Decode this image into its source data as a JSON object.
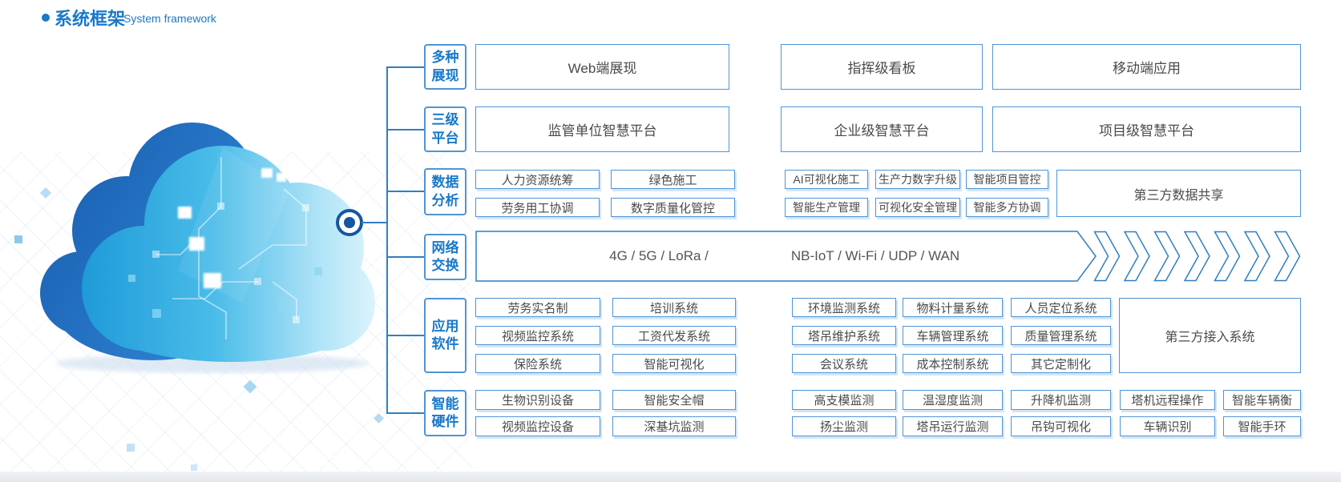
{
  "page_title": {
    "zh": "系统框架",
    "en": "System framework"
  },
  "colors": {
    "accent_blue": "#1878c9",
    "line_blue": "#2e7fc2",
    "box_border_blue": "#4f94d6",
    "node_blue": "#1456a0",
    "content_text": "#4a4a4a"
  },
  "tree": {
    "sections": [
      {
        "key": "multi-display",
        "label_lines": [
          "多种",
          "展现"
        ],
        "boxes": [
          "Web端展现",
          "指挥级看板",
          "移动端应用"
        ]
      },
      {
        "key": "three-level-platform",
        "label_lines": [
          "三级",
          "平台"
        ],
        "boxes": [
          "监管单位智慧平台",
          "企业级智慧平台",
          "项目级智慧平台"
        ]
      },
      {
        "key": "data-analysis",
        "label_lines": [
          "数据",
          "分析"
        ],
        "rows": [
          [
            "人力资源统筹",
            "绿色施工",
            "AI可视化施工",
            "生产力数字升级",
            "智能项目管控"
          ],
          [
            "劳务用工协调",
            "数字质量化管控",
            "智能生产管理",
            "可视化安全管理",
            "智能多方协调"
          ]
        ],
        "side_box": "第三方数据共享"
      },
      {
        "key": "network-exchange",
        "label_lines": [
          "网络",
          "交换"
        ],
        "bar_left": "4G / 5G / LoRa /",
        "bar_right": "NB-IoT / Wi-Fi / UDP / WAN",
        "chevron_count": 7
      },
      {
        "key": "application-software",
        "label_lines": [
          "应用",
          "软件"
        ],
        "rows": [
          [
            "劳务实名制",
            "培训系统",
            "环境监测系统",
            "物料计量系统",
            "人员定位系统"
          ],
          [
            "视频监控系统",
            "工资代发系统",
            "塔吊维护系统",
            "车辆管理系统",
            "质量管理系统"
          ],
          [
            "保险系统",
            "智能可视化",
            "会议系统",
            "成本控制系统",
            "其它定制化"
          ]
        ],
        "side_box": "第三方接入系统"
      },
      {
        "key": "smart-hardware",
        "label_lines": [
          "智能",
          "硬件"
        ],
        "rows": [
          [
            "生物识别设备",
            "智能安全帽",
            "高支模监测",
            "温湿度监测",
            "升降机监测",
            "塔机远程操作",
            "智能车辆衡"
          ],
          [
            "视频监控设备",
            "深基坑监测",
            "扬尘监测",
            "塔吊运行监测",
            "吊钩可视化",
            "车辆识别",
            "智能手环"
          ]
        ]
      }
    ]
  }
}
